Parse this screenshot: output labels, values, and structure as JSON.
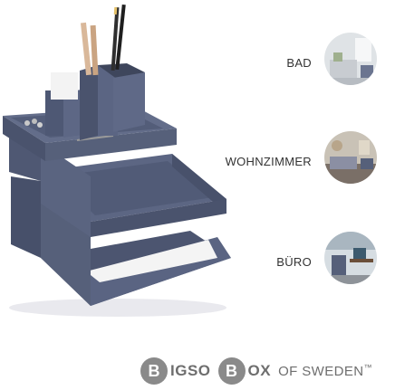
{
  "rooms": [
    {
      "label": "BAD"
    },
    {
      "label": "WOHNZIMMER"
    },
    {
      "label": "BÜRO"
    }
  ],
  "brand": {
    "b1": "B",
    "w1": "IGSO",
    "b2": "B",
    "w2": "OX",
    "tail": "OF SWEDEN",
    "tm": "™"
  },
  "colors": {
    "box": "#56607a",
    "box_dark": "#434b62",
    "box_light": "#6b7590",
    "logo_gray": "#8a8a8a"
  }
}
